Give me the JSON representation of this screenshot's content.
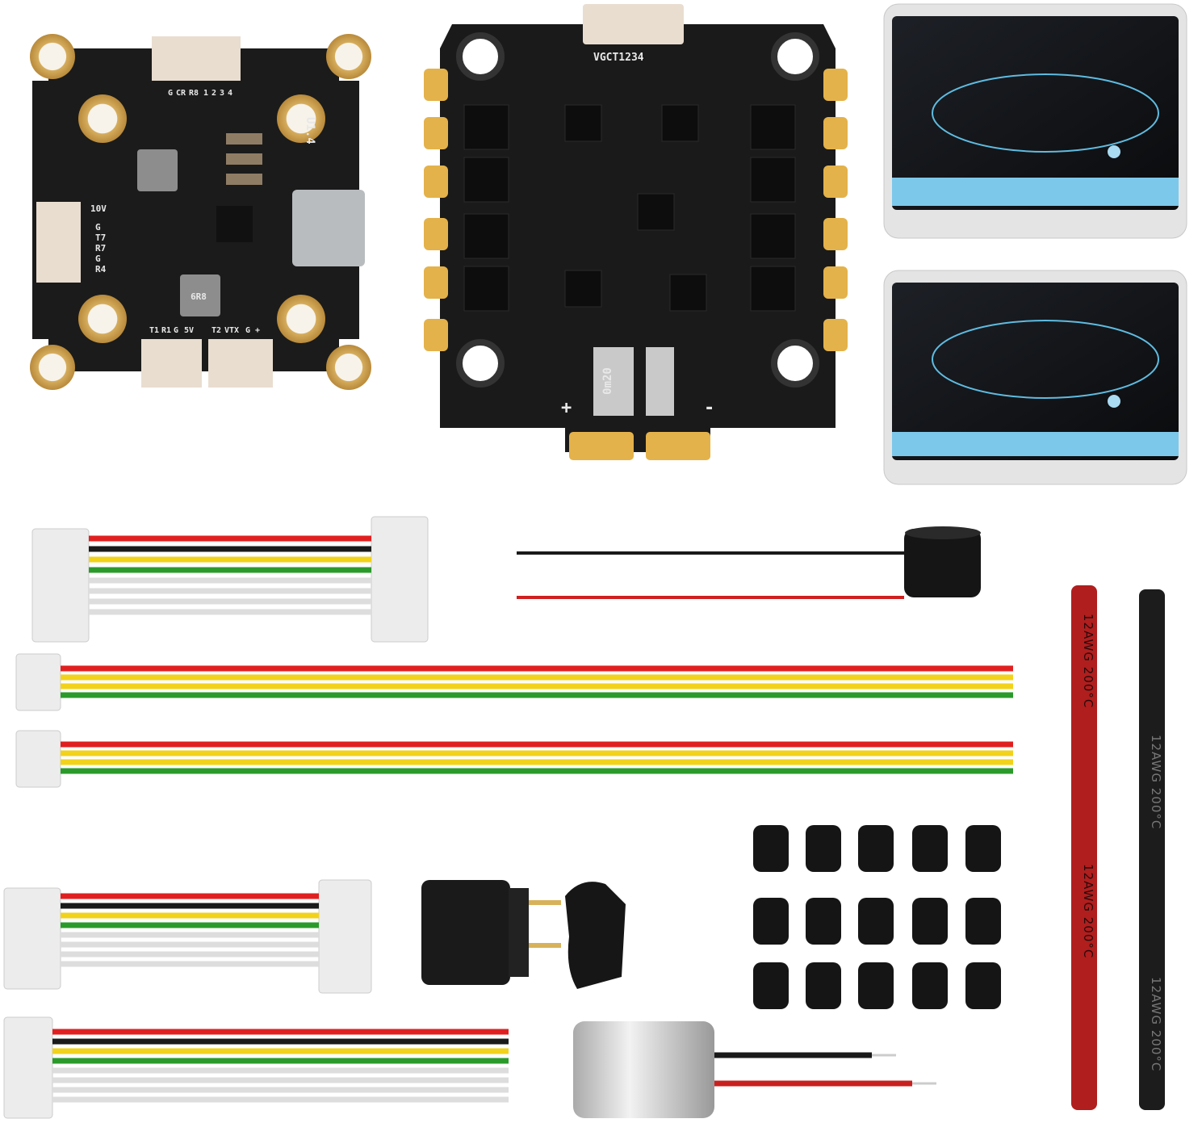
{
  "flight_controller": {
    "version": "U1.4",
    "pads_left": [
      "10V",
      "G",
      "T7",
      "R7",
      "G",
      "R4"
    ],
    "pads_top": [
      "G",
      "CR",
      "R8",
      "1",
      "2",
      "3",
      "4"
    ],
    "pads_bottom_left": [
      "T1",
      "R1",
      "G",
      "5V"
    ],
    "pads_bottom_right": [
      "T2",
      "VTX",
      "G",
      "+"
    ],
    "inductor_marking": "6R8",
    "colors": {
      "board": "#1b1b1b",
      "gold": "#d6ad5e",
      "connector": "#e9ddd0"
    }
  },
  "esc": {
    "header_label": "VGCT1234",
    "shunt_marking": "0m20",
    "plus_label": "+",
    "minus_label": "-",
    "colors": {
      "board": "#1a1a1a",
      "pads": "#e4b24a"
    }
  },
  "storage_boxes": {
    "count": 2,
    "colors": {
      "lid": "#e6e6e6",
      "card": "#111",
      "stripe": "#7cc8ea"
    }
  },
  "power_leads": {
    "red_label": "12AWG 200°C",
    "black_label": "12AWG 200°C",
    "colors": {
      "red": "#b01e1e",
      "black": "#1c1c1c"
    }
  },
  "cable_colors": [
    "#e02020",
    "#1a1a1a",
    "#f2d21a",
    "#2a9a2a",
    "#e8e8e8"
  ],
  "grommets": {
    "count": 15,
    "color": "#151515"
  },
  "connector": {
    "type": "XT60-style",
    "color": "#1a1a1a"
  }
}
